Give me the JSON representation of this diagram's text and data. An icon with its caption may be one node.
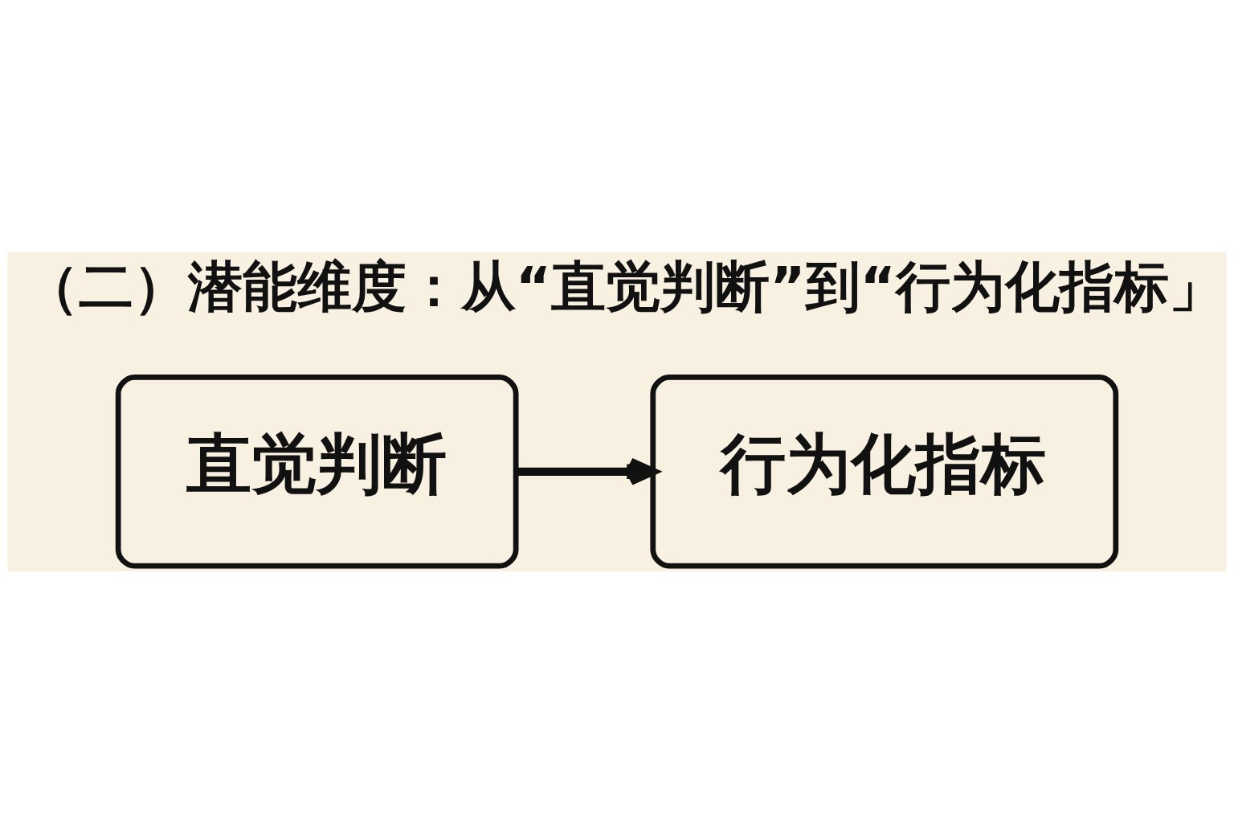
{
  "diagram": {
    "title": "（二）潜能维度：从“直觉判断”到“行为化指标」",
    "nodes": [
      {
        "text": [
          "直觉判断"
        ]
      },
      {
        "text": [
          "行为化指标"
        ]
      }
    ],
    "edges": [
      {
        "from": 0,
        "to": 1,
        "arrow": "to"
      }
    ]
  }
}
